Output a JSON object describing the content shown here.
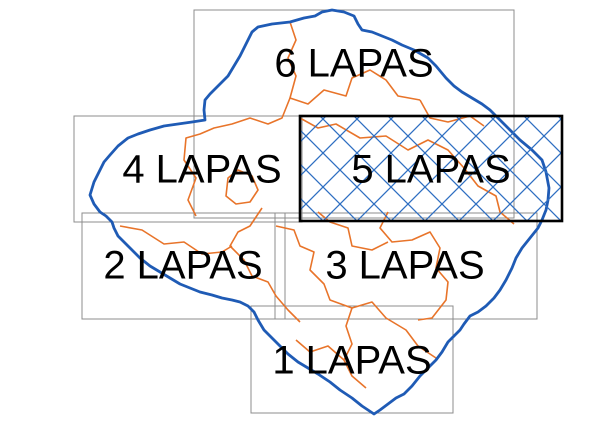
{
  "colors": {
    "region_border": "#1f5bb5",
    "district_lines": "#e8742a",
    "sheet_frame": "#8c8c8c",
    "selected_frame": "#000000",
    "hatch": "#2f6fc2",
    "label": "#000000"
  },
  "sheets": [
    {
      "id": "1",
      "label": "1 LAPAS",
      "selected": false
    },
    {
      "id": "2",
      "label": "2 LAPAS",
      "selected": false
    },
    {
      "id": "3",
      "label": "3 LAPAS",
      "selected": false
    },
    {
      "id": "4",
      "label": "4 LAPAS",
      "selected": false
    },
    {
      "id": "5",
      "label": "5 LAPAS",
      "selected": true
    },
    {
      "id": "6",
      "label": "6 LAPAS",
      "selected": false
    }
  ]
}
